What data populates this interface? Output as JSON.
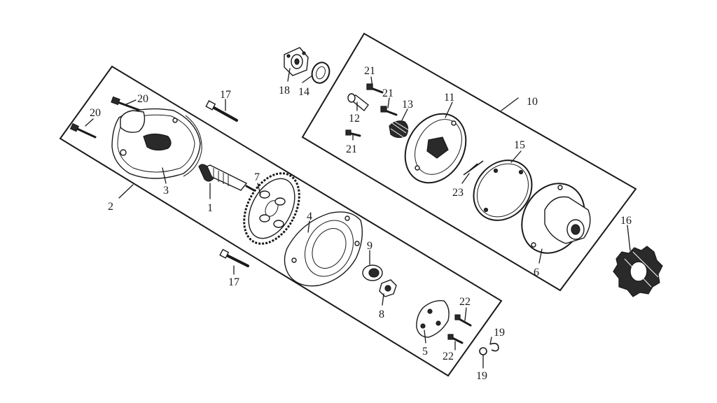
{
  "diagram": {
    "callouts": {
      "c1": "1",
      "c2": "2",
      "c3": "3",
      "c4": "4",
      "c5": "5",
      "c6": "6",
      "c7": "7",
      "c8": "8",
      "c9": "9",
      "c10": "10",
      "c11": "11",
      "c12": "12",
      "c13": "13",
      "c14": "14",
      "c15": "15",
      "c16": "16",
      "c17a": "17",
      "c17b": "17",
      "c18": "18",
      "c19a": "19",
      "c19b": "19",
      "c20a": "20",
      "c20b": "20",
      "c21a": "21",
      "c21b": "21",
      "c21c": "21",
      "c22a": "22",
      "c22b": "22",
      "c23": "23"
    }
  }
}
